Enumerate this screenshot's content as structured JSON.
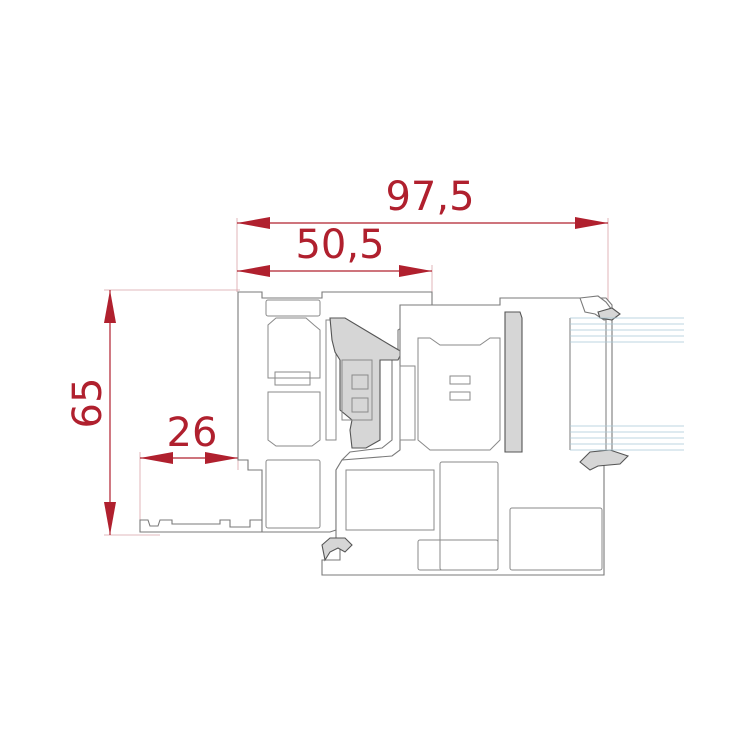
{
  "dimensions": {
    "overall_width": "97,5",
    "sash_width": "50,5",
    "height": "65",
    "threshold_width": "26"
  },
  "colors": {
    "dimension": "#b0202e",
    "profile_stroke": "#7a7a7a",
    "gasket_fill": "#d6d6d6",
    "glass": "#a8c9d6"
  }
}
